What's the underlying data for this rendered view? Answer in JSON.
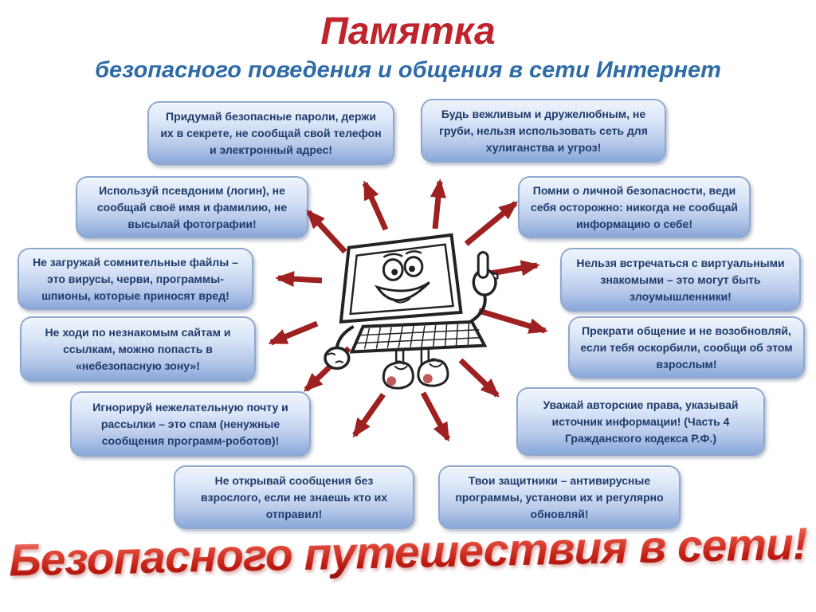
{
  "header": {
    "title": "Памятка",
    "subtitle": "безопасного поведения и общения в сети Интернет"
  },
  "tips": [
    {
      "id": "passwords",
      "text": "Придумай безопасные пароли, держи их в секрете, не сообщай свой телефон и электронный адрес!"
    },
    {
      "id": "polite",
      "text": "Будь вежливым и дружелюбным, не груби, нельзя использовать сеть для хулиганства и угроз!"
    },
    {
      "id": "pseudonym",
      "text": "Используй псевдоним (логин), не сообщай своё имя и фамилию, не высылай фотографии!"
    },
    {
      "id": "personal-safety",
      "text": "Помни о личной безопасности, веди себя осторожно: никогда не сообщай информацию о себе!"
    },
    {
      "id": "files",
      "text": "Не загружай сомнительные файлы – это вирусы, черви, программы-шпионы, которые приносят вред!"
    },
    {
      "id": "strangers",
      "text": "Нельзя встречаться с виртуальными знакомыми – это могут быть злоумышленники!"
    },
    {
      "id": "sites",
      "text": "Не ходи по незнакомым сайтам и ссылкам, можно попасть в «небезопасную зону»!"
    },
    {
      "id": "stop-communication",
      "text": "Прекрати общение и не возобновляй, если тебя оскорбили, сообщи об этом взрослым!"
    },
    {
      "id": "spam",
      "text": "Игнорируй нежелательную почту и рассылки – это спам (ненужные сообщения программ-роботов)!"
    },
    {
      "id": "copyright",
      "text": "Уважай авторские  права, указывай источник информации! (Часть 4 Гражданского кодекса Р.Ф.)"
    },
    {
      "id": "messages",
      "text": "Не открывай сообщения без взрослого, если не знаешь кто их отправил!"
    },
    {
      "id": "antivirus",
      "text": "Твои защитники – антивирусные программы, установи их и регулярно обновляй!"
    }
  ],
  "footer": {
    "slogan": "Безопасного путешествия в сети!"
  },
  "character": {
    "name": "laptop-cartoon"
  },
  "colors": {
    "title_red": "#c0232c",
    "subtitle_blue": "#2f6ba7",
    "tip_text": "#1f3a6b",
    "tip_bg_top": "#eff4fc",
    "tip_bg_bottom": "#8aa7d9",
    "arrow_red": "#9e2020",
    "slogan_red": "#c8201a"
  }
}
